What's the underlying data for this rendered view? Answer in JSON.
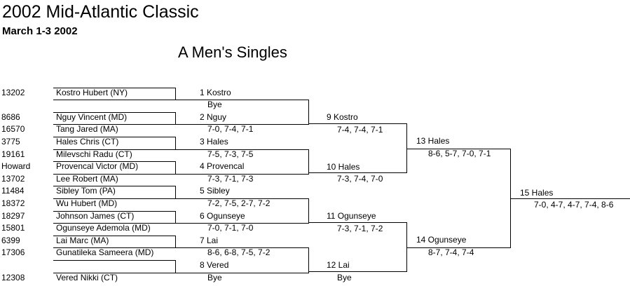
{
  "header": {
    "title": "2002 Mid-Atlantic Classic",
    "dates": "March 1-3 2002",
    "event": "A Men's Singles"
  },
  "players": [
    {
      "id": "13202",
      "name": "Kostro Hubert (NY)"
    },
    {
      "id": "8686",
      "name": "Nguy Vincent (MD)"
    },
    {
      "id": "16570",
      "name": "Tang Jared (MA)"
    },
    {
      "id": "3775",
      "name": "Hales Chris (CT)"
    },
    {
      "id": "19161",
      "name": "Milevschi Radu (CT)"
    },
    {
      "id": "Howard",
      "name": "Provencal Victor (MD)"
    },
    {
      "id": "13702",
      "name": "Lee Robert (MA)"
    },
    {
      "id": "11484",
      "name": "Sibley Tom (PA)"
    },
    {
      "id": "18372",
      "name": "Wu Hubert (MD)"
    },
    {
      "id": "18297",
      "name": "Johnson James (CT)"
    },
    {
      "id": "15801",
      "name": "Ogunseye Ademola (MD)"
    },
    {
      "id": "6399",
      "name": "Lai Marc (MA)"
    },
    {
      "id": "17306",
      "name": "Gunatileka Sameera (MD)"
    },
    {
      "id": "12308",
      "name": "Vered Nikki (CT)"
    }
  ],
  "round1": [
    {
      "label": "1 Kostro",
      "score": "Bye"
    },
    {
      "label": "2 Nguy",
      "score": "7-0, 7-4, 7-1"
    },
    {
      "label": "3 Hales",
      "score": "7-5, 7-3, 7-5"
    },
    {
      "label": "4 Provencal",
      "score": "7-3, 7-1, 7-3"
    },
    {
      "label": "5 Sibley",
      "score": "7-2, 7-5, 2-7, 7-2"
    },
    {
      "label": "6 Ogunseye",
      "score": "7-0, 7-1, 7-0"
    },
    {
      "label": "7 Lai",
      "score": "8-6, 6-8, 7-5, 7-2"
    },
    {
      "label": "8 Vered",
      "score": "Bye"
    }
  ],
  "round2": [
    {
      "label": "9 Kostro",
      "score": "7-4, 7-4, 7-1"
    },
    {
      "label": "10 Hales",
      "score": "7-3, 7-4, 7-0"
    },
    {
      "label": "11 Ogunseye",
      "score": "7-3, 7-1, 7-2"
    },
    {
      "label": "12 Lai",
      "score": "Bye"
    }
  ],
  "round3": [
    {
      "label": "13 Hales",
      "score": "8-6, 5-7, 7-0, 7-1"
    },
    {
      "label": "14 Ogunseye",
      "score": "8-7, 7-4, 7-4"
    }
  ],
  "final": {
    "label": "15 Hales",
    "score": "7-0, 4-7, 4-7, 7-4, 8-6"
  }
}
